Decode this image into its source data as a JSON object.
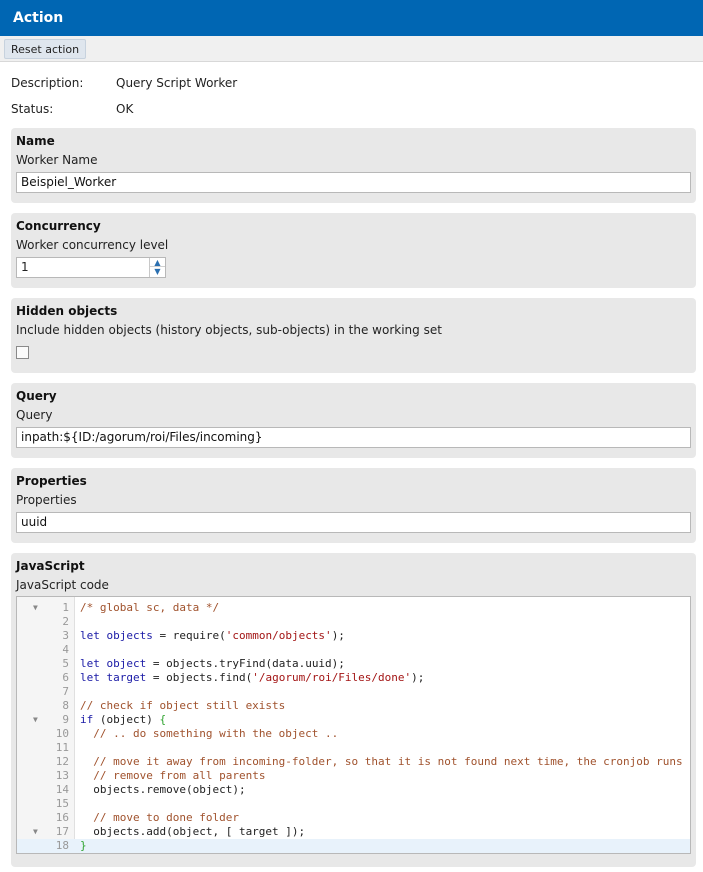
{
  "header": {
    "title": "Action"
  },
  "toolbar": {
    "reset_label": "Reset action"
  },
  "info": {
    "description_label": "Description:",
    "description_value": "Query Script Worker",
    "status_label": "Status:",
    "status_value": "OK"
  },
  "name_panel": {
    "title": "Name",
    "label": "Worker Name",
    "value": "Beispiel_Worker"
  },
  "concurrency_panel": {
    "title": "Concurrency",
    "label": "Worker concurrency level",
    "value": "1"
  },
  "hidden_panel": {
    "title": "Hidden objects",
    "label": "Include hidden objects (history objects, sub-objects) in the working set",
    "checked": false
  },
  "query_panel": {
    "title": "Query",
    "label": "Query",
    "value": "inpath:${ID:/agorum/roi/Files/incoming}"
  },
  "properties_panel": {
    "title": "Properties",
    "label": "Properties",
    "value": "uuid"
  },
  "javascript_panel": {
    "title": "JavaScript",
    "label": "JavaScript code",
    "lines": [
      {
        "n": "1",
        "fold": true,
        "active": false,
        "tokens": [
          [
            "comment",
            "/* global sc, data */"
          ]
        ]
      },
      {
        "n": "2",
        "fold": false,
        "active": false,
        "tokens": []
      },
      {
        "n": "3",
        "fold": false,
        "active": false,
        "tokens": [
          [
            "keyword",
            "let"
          ],
          [
            "plain",
            " "
          ],
          [
            "variable",
            "objects"
          ],
          [
            "plain",
            " = require("
          ],
          [
            "string",
            "'common/objects'"
          ],
          [
            "plain",
            ");"
          ]
        ]
      },
      {
        "n": "4",
        "fold": false,
        "active": false,
        "tokens": []
      },
      {
        "n": "5",
        "fold": false,
        "active": false,
        "tokens": [
          [
            "keyword",
            "let"
          ],
          [
            "plain",
            " "
          ],
          [
            "variable",
            "object"
          ],
          [
            "plain",
            " = objects.tryFind(data.uuid);"
          ]
        ]
      },
      {
        "n": "6",
        "fold": false,
        "active": false,
        "tokens": [
          [
            "keyword",
            "let"
          ],
          [
            "plain",
            " "
          ],
          [
            "variable",
            "target"
          ],
          [
            "plain",
            " = objects.find("
          ],
          [
            "string",
            "'/agorum/roi/Files/done'"
          ],
          [
            "plain",
            ");"
          ]
        ]
      },
      {
        "n": "7",
        "fold": false,
        "active": false,
        "tokens": []
      },
      {
        "n": "8",
        "fold": false,
        "active": false,
        "tokens": [
          [
            "comment",
            "// check if object still exists"
          ]
        ]
      },
      {
        "n": "9",
        "fold": true,
        "active": false,
        "tokens": [
          [
            "keyword",
            "if"
          ],
          [
            "plain",
            " (object) "
          ],
          [
            "bracket",
            "{"
          ]
        ]
      },
      {
        "n": "10",
        "fold": false,
        "active": false,
        "tokens": [
          [
            "plain",
            "  "
          ],
          [
            "comment",
            "// .. do something with the object .."
          ]
        ]
      },
      {
        "n": "11",
        "fold": false,
        "active": false,
        "tokens": []
      },
      {
        "n": "12",
        "fold": false,
        "active": false,
        "tokens": [
          [
            "plain",
            "  "
          ],
          [
            "comment",
            "// move it away from incoming-folder, so that it is not found next time, the cronjob runs"
          ]
        ]
      },
      {
        "n": "13",
        "fold": false,
        "active": false,
        "tokens": [
          [
            "plain",
            "  "
          ],
          [
            "comment",
            "// remove from all parents"
          ]
        ]
      },
      {
        "n": "14",
        "fold": false,
        "active": false,
        "tokens": [
          [
            "plain",
            "  objects.remove(object);"
          ]
        ]
      },
      {
        "n": "15",
        "fold": false,
        "active": false,
        "tokens": []
      },
      {
        "n": "16",
        "fold": false,
        "active": false,
        "tokens": [
          [
            "plain",
            "  "
          ],
          [
            "comment",
            "// move to done folder"
          ]
        ]
      },
      {
        "n": "17",
        "fold": true,
        "active": false,
        "tokens": [
          [
            "plain",
            "  objects.add(object, [ target ]);"
          ]
        ]
      },
      {
        "n": "18",
        "fold": false,
        "active": true,
        "tokens": [
          [
            "bracket",
            "}"
          ]
        ]
      }
    ]
  },
  "colors": {
    "accent": "#0066b3",
    "comment": "#a0522d",
    "keyword": "#1a1aa6",
    "variable": "#1a1aa6",
    "string": "#a31515",
    "bracket": "#2ea32e",
    "plain": "#222222"
  },
  "icons": {
    "fold": "triangle-down-icon",
    "spin_up": "triangle-up-icon",
    "spin_down": "triangle-down-icon"
  }
}
